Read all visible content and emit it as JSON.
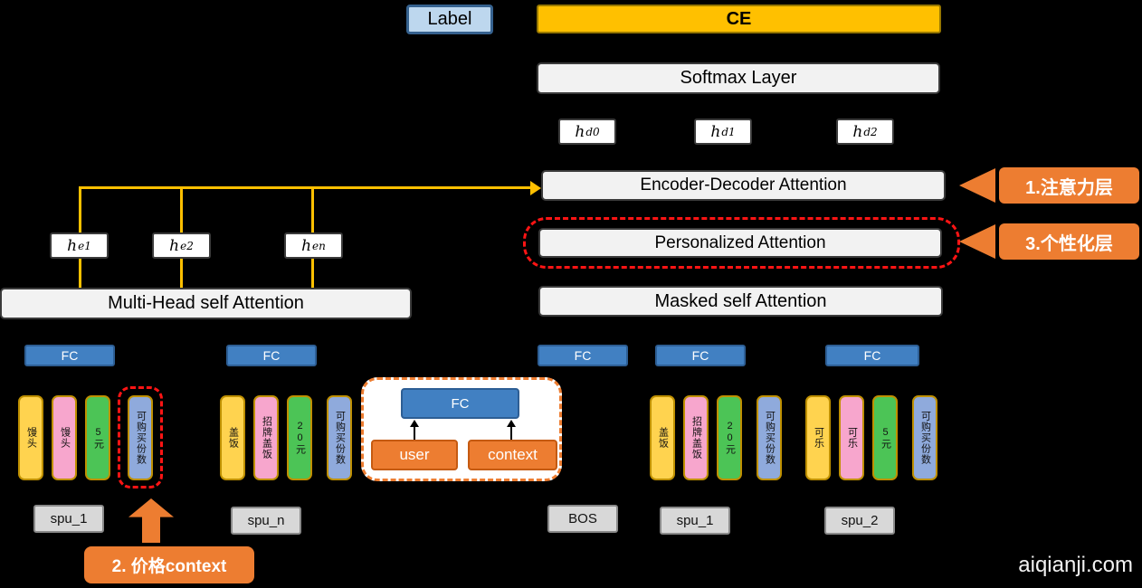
{
  "top": {
    "label": "Label",
    "ce": "CE",
    "softmax": "Softmax Layer"
  },
  "decoder": {
    "enc_dec_attention": "Encoder-Decoder Attention",
    "personalized_attention": "Personalized Attention",
    "masked_attention": "Masked self Attention",
    "hidden": [
      {
        "base": "h",
        "sub": "d0"
      },
      {
        "base": "h",
        "sub": "d1"
      },
      {
        "base": "h",
        "sub": "d2"
      }
    ]
  },
  "encoder": {
    "multihead_attention": "Multi-Head self Attention",
    "hidden": [
      {
        "base": "h",
        "sub": "e1"
      },
      {
        "base": "h",
        "sub": "e2"
      },
      {
        "base": "h",
        "sub": "en"
      }
    ]
  },
  "fc_label": "FC",
  "context_module": {
    "fc": "FC",
    "user": "user",
    "context": "context"
  },
  "token_groups": [
    {
      "bottom_label": "spu_1",
      "tokens": [
        {
          "text": "馒头",
          "color": "#FFD34F"
        },
        {
          "text": "馒头",
          "color": "#F7A6CD"
        },
        {
          "text": "5元",
          "color": "#4CC456"
        },
        {
          "text": "可购买份数",
          "color": "#8FAADC"
        }
      ]
    },
    {
      "bottom_label": "spu_n",
      "tokens": [
        {
          "text": "盖饭",
          "color": "#FFD34F"
        },
        {
          "text": "招牌盖饭",
          "color": "#F7A6CD"
        },
        {
          "text": "20元",
          "color": "#4CC456"
        },
        {
          "text": "可购买份数",
          "color": "#8FAADC"
        }
      ]
    },
    {
      "bottom_label": "spu_1",
      "tokens": [
        {
          "text": "盖饭",
          "color": "#FFD34F"
        },
        {
          "text": "招牌盖饭",
          "color": "#F7A6CD"
        },
        {
          "text": "20元",
          "color": "#4CC456"
        },
        {
          "text": "可购买份数",
          "color": "#8FAADC"
        }
      ]
    },
    {
      "bottom_label": "spu_2",
      "tokens": [
        {
          "text": "可乐",
          "color": "#FFD34F"
        },
        {
          "text": "可乐",
          "color": "#F7A6CD"
        },
        {
          "text": "5元",
          "color": "#4CC456"
        },
        {
          "text": "可购买份数",
          "color": "#8FAADC"
        }
      ]
    }
  ],
  "bos_label": "BOS",
  "annotations": {
    "attention_layer": "1.注意力层",
    "personalized_layer": "3.个性化层",
    "price_context": "2. 价格context"
  },
  "watermark": "aiqianji.com",
  "colors": {
    "accent_orange": "#ED7D31",
    "accent_yellow": "#FFC000",
    "dashed_red": "#FF1414",
    "fc_blue": "#4180C2"
  }
}
